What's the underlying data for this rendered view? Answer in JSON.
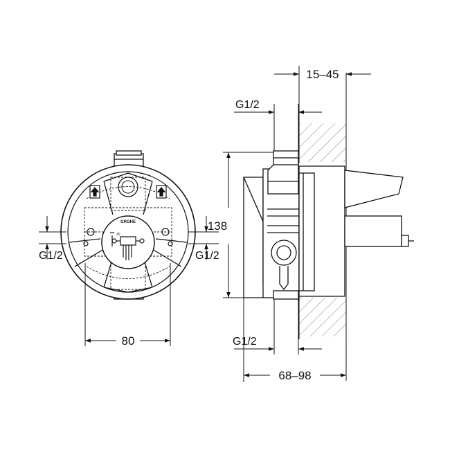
{
  "front_view": {
    "dim_width": "80",
    "thread_left": "G1/2",
    "thread_right": "G1/2",
    "logo": "GROHE"
  },
  "side_view": {
    "dim_height": "138",
    "dim_wall_depth": "15–45",
    "dim_depth": "68–98",
    "thread_top": "G1/2",
    "thread_bottom": "G1/2"
  }
}
